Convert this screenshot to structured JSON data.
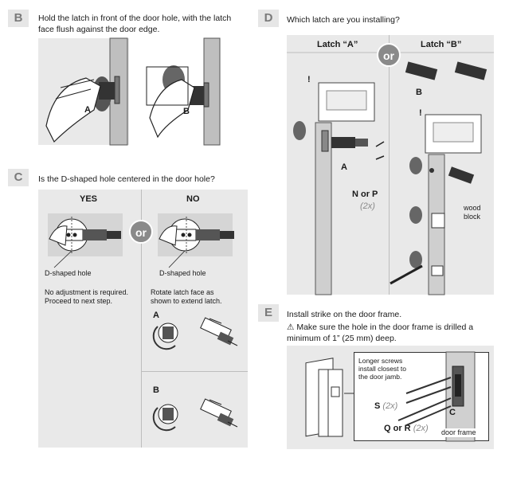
{
  "stepB": {
    "badge": "B",
    "text_line1": "Hold the latch in front of the door hole, with the latch",
    "text_line2": "face flush against the door edge.",
    "label_a": "A",
    "label_b": "B"
  },
  "stepC": {
    "badge": "C",
    "text": "Is the D-shaped hole centered in the door hole?",
    "yes": "YES",
    "no": "NO",
    "or": "or",
    "dhole_left": "D-shaped hole",
    "dhole_right": "D-shaped hole",
    "yes_text_line1": "No adjustment is required.",
    "yes_text_line2": "Proceed to next step.",
    "no_text_line1": "Rotate latch face as",
    "no_text_line2": "shown to extend latch.",
    "label_a": "A",
    "label_b": "B"
  },
  "stepD": {
    "badge": "D",
    "text": "Which latch are you installing?",
    "latch_a": "Latch “A”",
    "latch_b": "Latch “B”",
    "or": "or",
    "label_a": "A",
    "label_b": "B",
    "n_or_p": "N or P",
    "qty": "(2x)",
    "wood_line1": "wood",
    "wood_line2": "block",
    "warn": "!"
  },
  "stepE": {
    "badge": "E",
    "text": "Install strike on the door frame.",
    "warning_line1": "⚠ Make sure the hole in the door frame is drilled a",
    "warning_line2": "minimum of 1” (25 mm) deep.",
    "longer_line1": "Longer screws",
    "longer_line2": "install closest to",
    "longer_line3": "the door jamb.",
    "s_label": "S",
    "s_qty": "(2x)",
    "qr_label": "Q or R",
    "qr_qty": "(2x)",
    "c_label": "C",
    "door_frame": "door frame"
  }
}
